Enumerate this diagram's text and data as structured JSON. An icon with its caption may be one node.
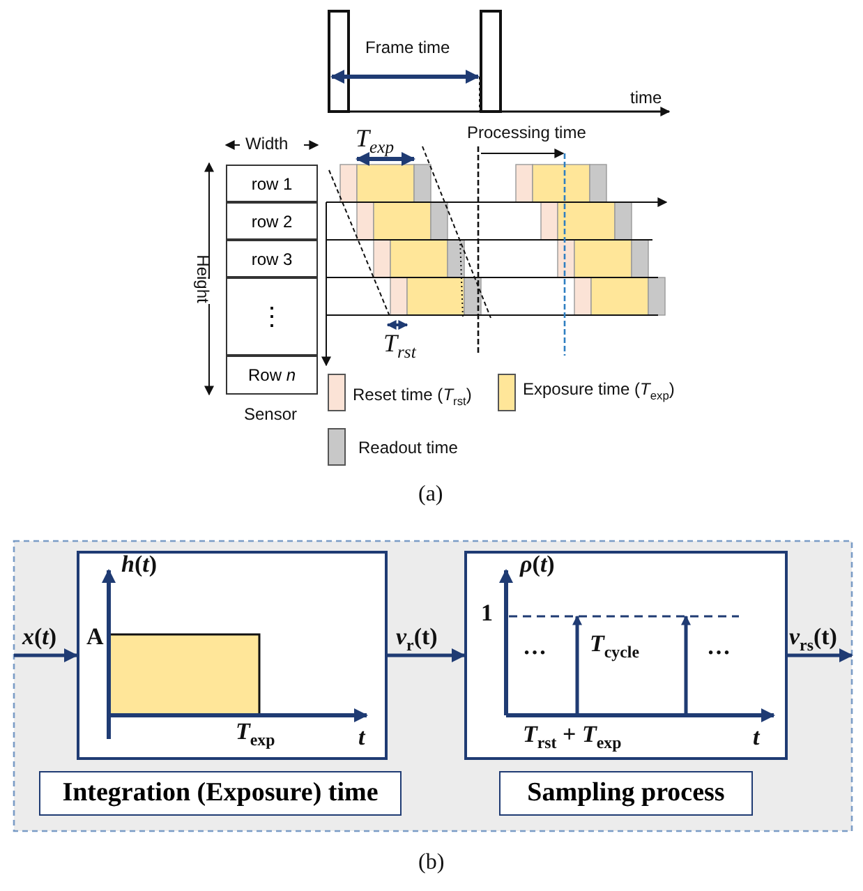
{
  "diagram": {
    "nodes": [
      {
        "text": [
          "row 1"
        ]
      },
      {
        "text": [
          "row 2"
        ]
      },
      {
        "text": [
          "row 3"
        ]
      },
      {
        "text": [
          "⋮"
        ]
      },
      {
        "text": [
          "Row *n*"
        ]
      },
      {
        "text": [
          "*h*(*t*)",
          "A",
          "*T*$_{exp}$",
          "*t*"
        ]
      },
      {
        "text": [
          "Integration (Exposure) time"
        ]
      },
      {
        "text": [
          "*ρ*(*t*)",
          "1",
          "…",
          "*T*$_{cycle}$",
          "…",
          "*T*$_{rst}$ + *T*$_{exp}$",
          "*t*"
        ]
      },
      {
        "text": [
          "Sampling process"
        ]
      }
    ],
    "edges": [
      {
        "from": null,
        "to": 5,
        "arrow": "to",
        "label": "*x*(*t*)"
      },
      {
        "from": 5,
        "to": 7,
        "arrow": "to",
        "label": "*v*$_{r}$(t)"
      },
      {
        "from": 7,
        "to": null,
        "arrow": "to",
        "label": "*v*$_{rs}$(t)"
      }
    ],
    "labels": [
      "Frame time",
      "time",
      "Width",
      "*T*$_{exp}$",
      "Processing time",
      "Height",
      "*T*$_{rst}$",
      "Sensor",
      "(a)",
      "(b)"
    ],
    "legend": [
      {
        "text": "Reset time (*T*$_{rst}$)",
        "color": "#fbe3d6"
      },
      {
        "text": "Exposure time (*T*$_{exp}$)",
        "color": "#ffe699"
      },
      {
        "text": "Readout time",
        "color": "#c8c8c8"
      }
    ]
  }
}
